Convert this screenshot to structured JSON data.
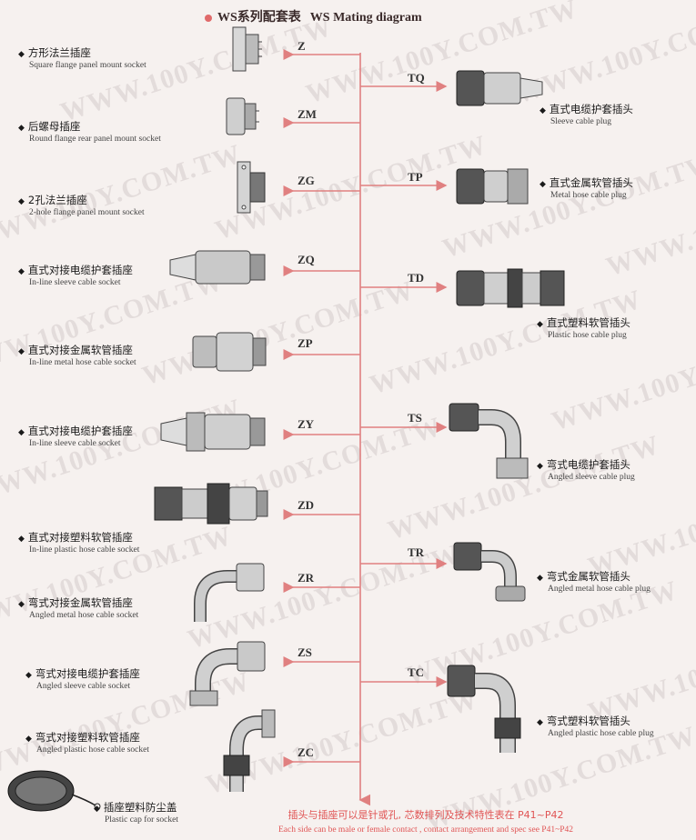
{
  "title": {
    "zh": "WS系列配套表",
    "en": "WS Mating diagram"
  },
  "watermark": "WWW.100Y.COM.TW",
  "colors": {
    "line": "#e08080",
    "background": "#f6f1ef",
    "accent": "#e06a6a",
    "footer": "#e05555"
  },
  "left_items": [
    {
      "code": "Z",
      "zh": "方形法兰插座",
      "en": "Square flange panel mount socket"
    },
    {
      "code": "ZM",
      "zh": "后螺母插座",
      "en": "Round flange rear panel mount socket"
    },
    {
      "code": "ZG",
      "zh": "2孔法兰插座",
      "en": "2-hole flange panel mount socket"
    },
    {
      "code": "ZQ",
      "zh": "直式对接电缆护套插座",
      "en": "In-line sleeve cable socket"
    },
    {
      "code": "ZP",
      "zh": "直式对接金属软管插座",
      "en": "In-line metal hose cable socket"
    },
    {
      "code": "ZY",
      "zh": "直式对接电缆护套插座",
      "en": "In-line sleeve cable socket"
    },
    {
      "code": "ZD",
      "zh": "直式对接塑料软管插座",
      "en": "In-line plastic hose cable socket"
    },
    {
      "code": "ZR",
      "zh": "弯式对接金属软管插座",
      "en": "Angled metal hose cable socket"
    },
    {
      "code": "ZS",
      "zh": "弯式对接电缆护套插座",
      "en": "Angled sleeve cable socket"
    },
    {
      "code": "ZC",
      "zh": "弯式对接塑料软管插座",
      "en": "Angled plastic hose cable socket"
    }
  ],
  "right_items": [
    {
      "code": "TQ",
      "zh": "直式电缆护套插头",
      "en": "Sleeve cable plug"
    },
    {
      "code": "TP",
      "zh": "直式金属软管插头",
      "en": "Metal hose cable plug"
    },
    {
      "code": "TD",
      "zh": "直式塑料软管插头",
      "en": "Plastic hose cable plug"
    },
    {
      "code": "TS",
      "zh": "弯式电缆护套插头",
      "en": "Angled sleeve cable plug"
    },
    {
      "code": "TR",
      "zh": "弯式金属软管插头",
      "en": "Angled metal hose cable plug"
    },
    {
      "code": "TC",
      "zh": "弯式塑料软管插头",
      "en": "Angled plastic hose cable plug"
    }
  ],
  "cap": {
    "zh": "插座塑料防尘盖",
    "en": "Plastic cap for socket"
  },
  "footer": {
    "zh": "插头与插座可以是针或孔, 芯数排列及技术特性表在 P41~P42",
    "en": "Each side can be male or female contact , contact arrangement and spec see P41~P42"
  }
}
